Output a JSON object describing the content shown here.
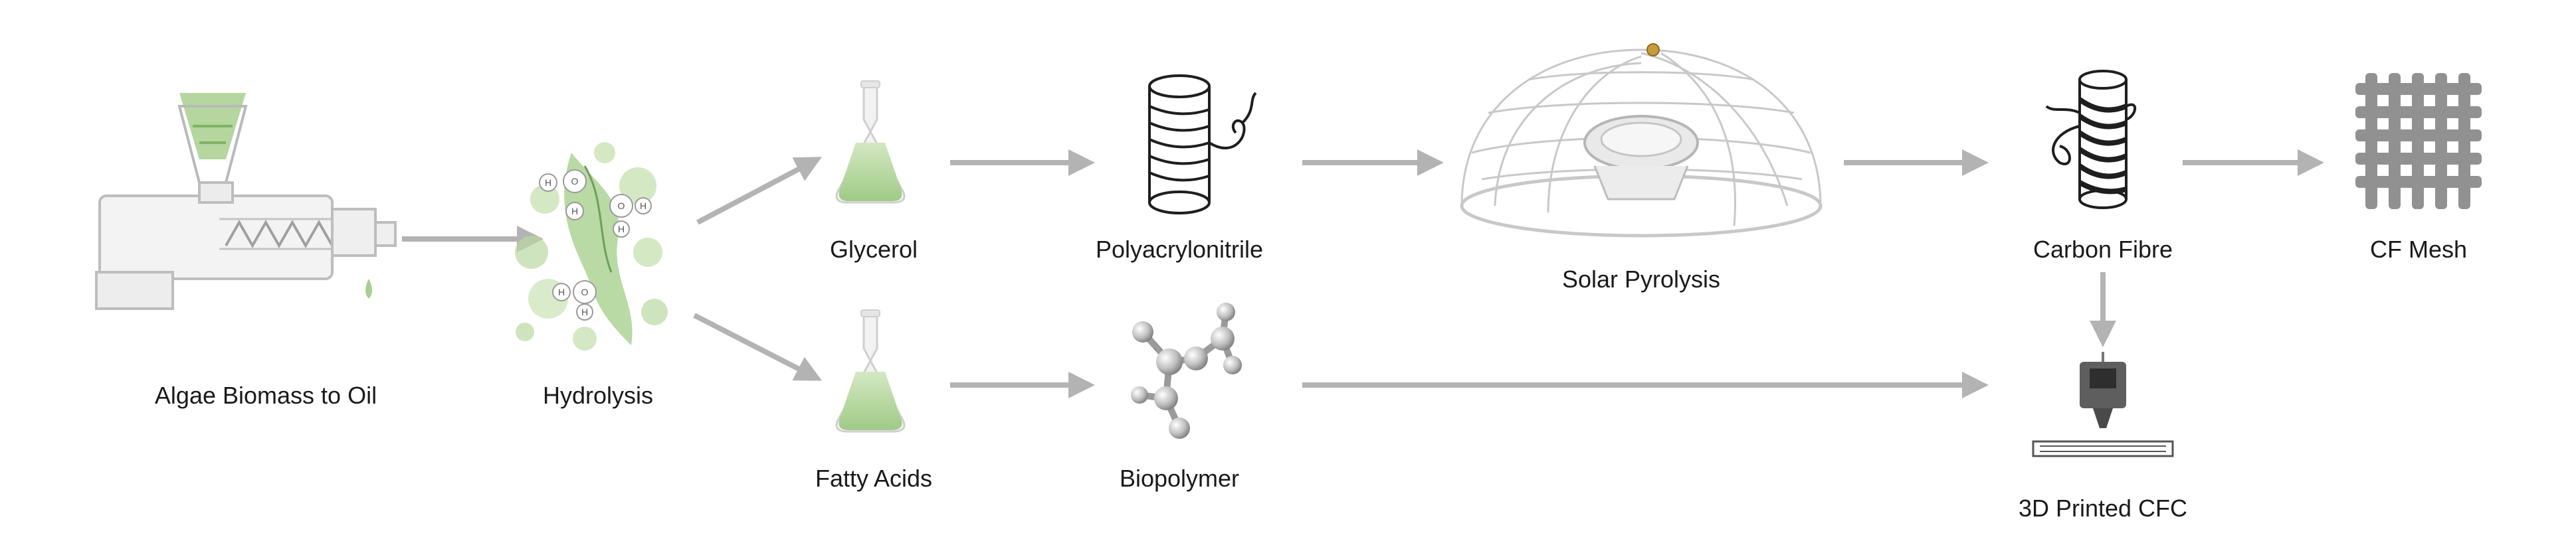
{
  "diagram": {
    "steps": {
      "algae": {
        "label": "Algae Biomass to Oil",
        "icon": "oil-press-icon"
      },
      "hydrolysis": {
        "label": "Hydrolysis",
        "icon": "molecule-splash-icon"
      },
      "glycerol": {
        "label": "Glycerol",
        "icon": "flask-icon"
      },
      "fatty_acids": {
        "label": "Fatty Acids",
        "icon": "flask-icon"
      },
      "polyacrylonitrile": {
        "label": "Polyacrylonitrile",
        "icon": "fiber-spool-icon"
      },
      "biopolymer": {
        "label": "Biopolymer",
        "icon": "molecule-model-icon"
      },
      "solar_pyrolysis": {
        "label": "Solar Pyrolysis",
        "icon": "solar-dome-icon"
      },
      "carbon_fibre": {
        "label": "Carbon Fibre",
        "icon": "fiber-spool-icon"
      },
      "cf_mesh": {
        "label": "CF Mesh",
        "icon": "mesh-weave-icon"
      },
      "printed_cfc": {
        "label": "3D Printed CFC",
        "icon": "3d-printer-icon"
      }
    },
    "molecule_labels": {
      "hydrogen": "H",
      "oxygen": "O"
    },
    "colors": {
      "arrow": "#b3b3b3",
      "green": "#a8cf8e",
      "green_light": "#c9e2b5",
      "line_dark": "#1e1e1e",
      "gray": "#cfcfcf",
      "gold": "#c89b3c"
    }
  }
}
